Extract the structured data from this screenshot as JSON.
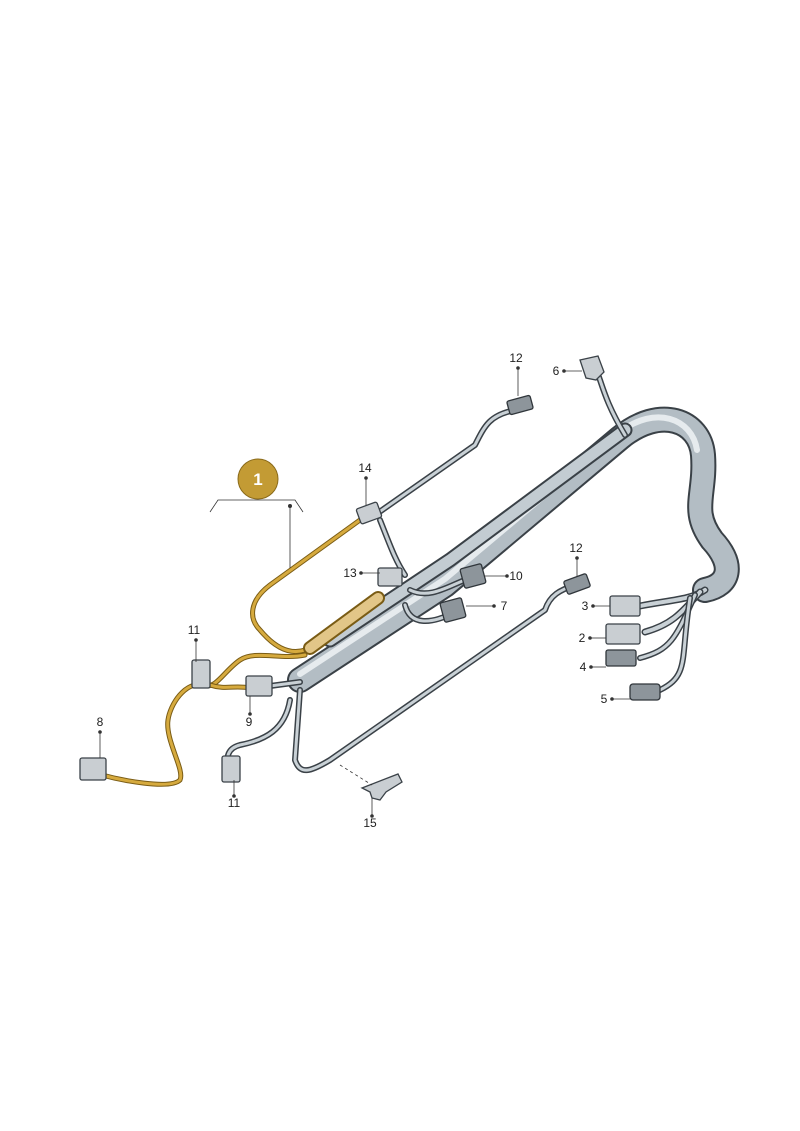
{
  "highlight_color": "#c79a2e",
  "harness_color": "#b3bdc4",
  "badge": {
    "label": "1",
    "color": "#c39b34"
  },
  "callouts": {
    "c12_top": "12",
    "c6": "6",
    "c14": "14",
    "c13": "13",
    "c10": "10",
    "c7": "7",
    "c12_right": "12",
    "c3": "3",
    "c2": "2",
    "c4": "4",
    "c5": "5",
    "c11_left": "11",
    "c9": "9",
    "c8": "8",
    "c11_bottom": "11",
    "c15": "15"
  }
}
